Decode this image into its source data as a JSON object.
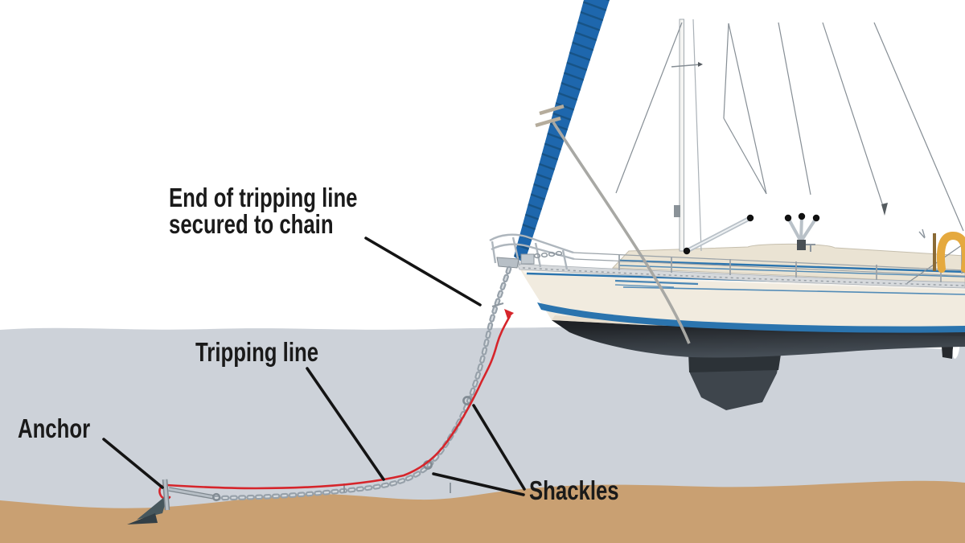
{
  "labels": {
    "end_secured_line1": "End of tripping line",
    "end_secured_line2": "secured to chain",
    "tripping_line": "Tripping line",
    "anchor": "Anchor",
    "shackles": "Shackles"
  },
  "colors": {
    "background": "#ffffff",
    "water": "#cdd2d9",
    "seabed": "#c9a072",
    "hull": "#f1ebdf",
    "hull_bottom": "#26292d",
    "keel": "#3e454c",
    "deck_cabin": "#eae3d3",
    "toe_rail": "#d6d9dc",
    "stripe_blue": "#2b74ae",
    "sail_blue": "#1e67ad",
    "sail_hatch": "#16507f",
    "chain": "#97a1aa",
    "chain_highlight": "#d7dce0",
    "tripping_line_red": "#d6252b",
    "label_text": "#1a1a1a",
    "leader_line": "#141414",
    "buoy_yellow": "#e5a93e",
    "rigging": "#868e95",
    "rope_gray": "#a8a8a4",
    "anchor_fluke": "#47575d",
    "metal_light": "#b7bfc6"
  }
}
